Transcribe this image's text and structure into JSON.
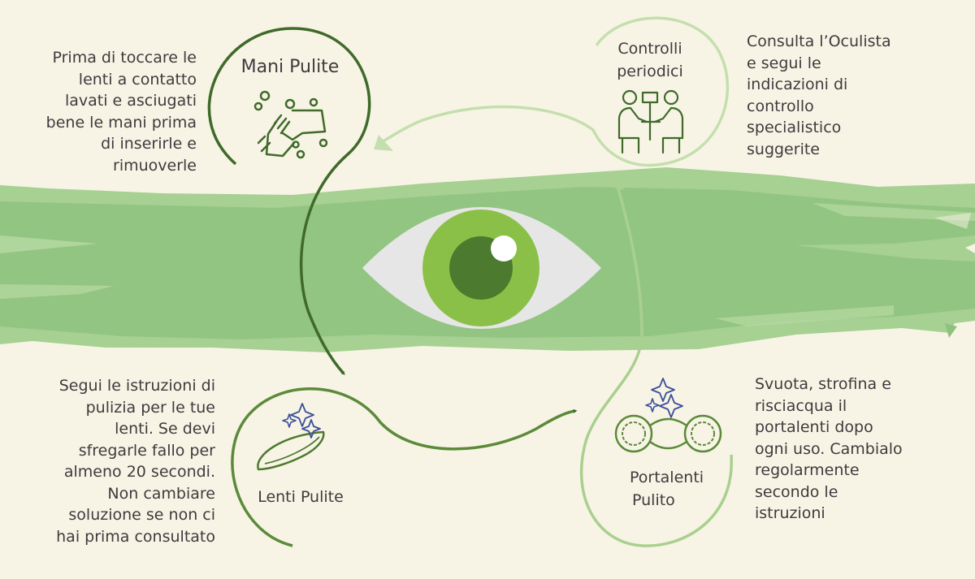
{
  "colors": {
    "background": "#f8f4e5",
    "dark_green": "#3f6a2a",
    "mid_green": "#5b8a3a",
    "light_green": "#a9d08e",
    "pale_green": "#c4dfae",
    "band_green": "#8cc27c",
    "eye_white": "#e6e6e6",
    "iris": "#8bc048",
    "pupil": "#4c7a2e",
    "sparkle_blue": "#3a4f9a",
    "text": "#3d3b3e"
  },
  "steps": [
    {
      "title": "Mani Pulite",
      "icon": "washing-hands-icon",
      "description_lines": [
        "Prima di toccare le",
        "lenti a contatto",
        "lavati e asciugati",
        "bene le mani prima",
        "di inserirle e",
        "rimuoverle"
      ]
    },
    {
      "title_lines": [
        "Controlli",
        "periodici"
      ],
      "icon": "doctor-consultation-icon",
      "description_lines": [
        "Consulta l’Oculista",
        "e segui le",
        "indicazioni di",
        "controllo",
        "specialistico",
        "suggerite"
      ]
    },
    {
      "title": "Lenti Pulite",
      "icon": "contact-lens-icon",
      "description_lines": [
        "Segui le istruzioni di",
        "pulizia per le tue",
        "lenti. Se devi",
        "sfregarle fallo per",
        "almeno 20 secondi.",
        "Non cambiare",
        "soluzione se non ci",
        "hai prima consultato"
      ]
    },
    {
      "title_lines": [
        "Portalenti",
        "Pulito"
      ],
      "icon": "lens-case-icon",
      "description_lines": [
        "Svuota, strofina e",
        "risciacqua il",
        "portalenti dopo",
        "ogni uso. Cambialo",
        "regolarmente",
        "secondo le",
        "istruzioni"
      ]
    }
  ],
  "center_icon": "eye-icon"
}
